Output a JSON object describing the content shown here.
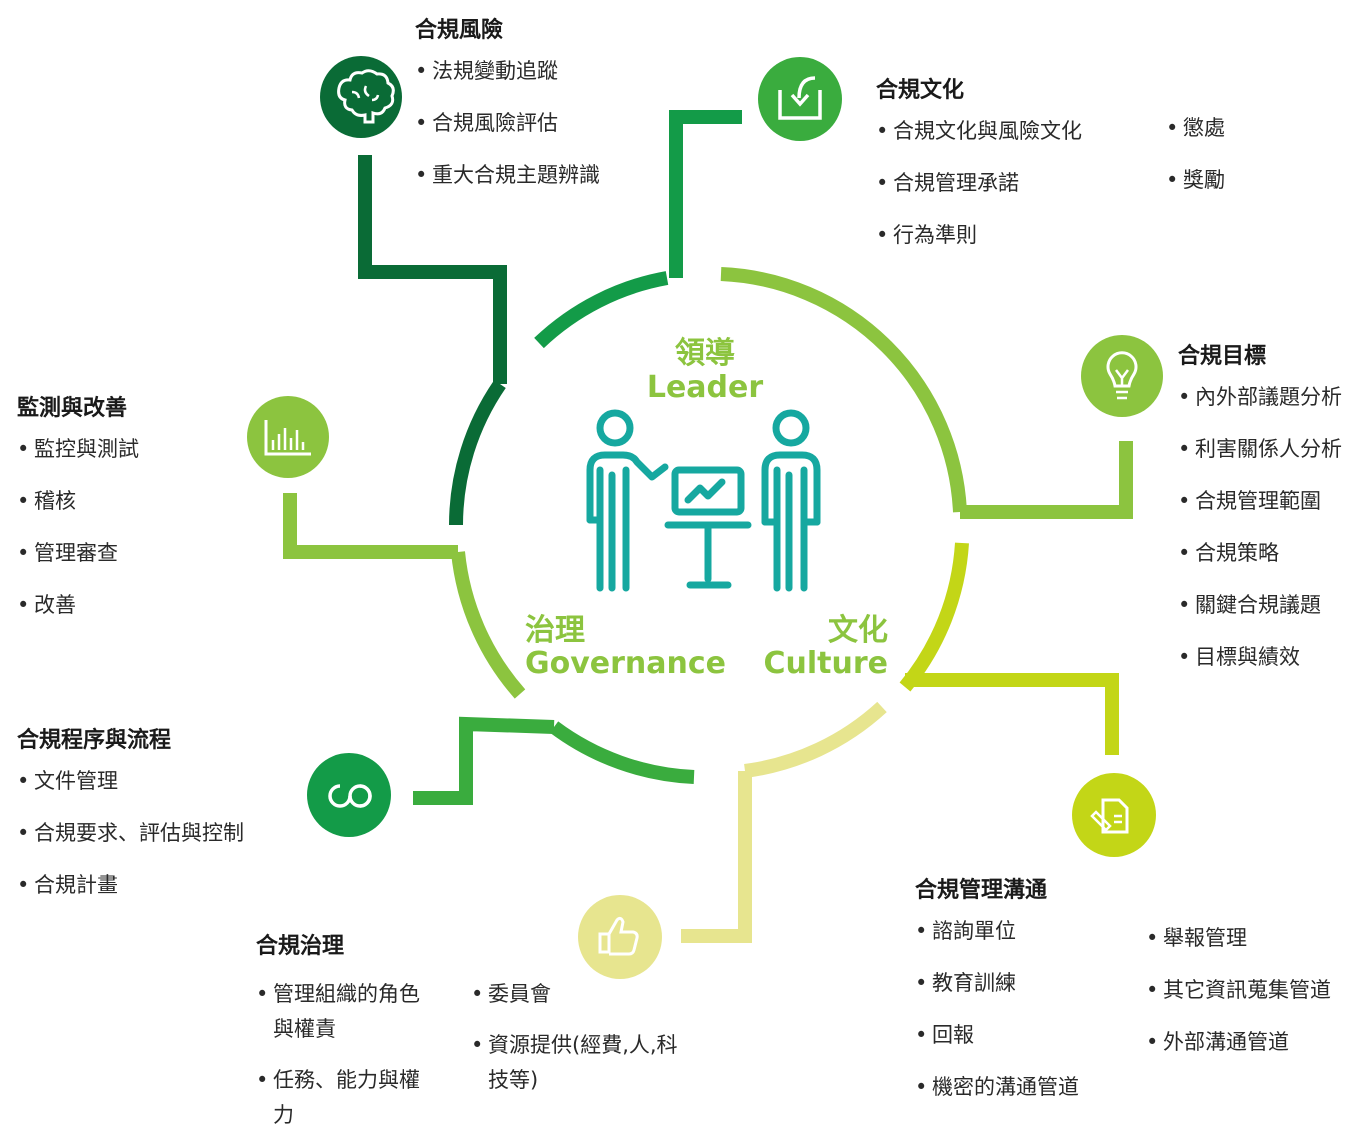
{
  "colors": {
    "dark_green": "#0a6b36",
    "green": "#139b48",
    "mid_green": "#3aac3e",
    "light_green": "#8cc43f",
    "lime": "#c3d617",
    "pale": "#e7e58f",
    "teal": "#16a8a0"
  },
  "center": {
    "leader_cn": "領導",
    "leader_en": "Leader",
    "governance_cn": "治理",
    "governance_en": "Governance",
    "culture_cn": "文化",
    "culture_en": "Culture",
    "icon": "meeting-presentation-icon"
  },
  "sections": {
    "risk": {
      "title": "合規風險",
      "icon": "brain-icon",
      "items": [
        "法規變動追蹤",
        "合規風險評估",
        "重大合規主題辨識"
      ]
    },
    "culture": {
      "title": "合規文化",
      "icon": "inbox-download-icon",
      "items_left": [
        "合規文化與風險文化",
        "合規管理承諾",
        "行為準則"
      ],
      "items_right": [
        "懲處",
        "獎勵"
      ]
    },
    "objectives": {
      "title": "合規目標",
      "icon": "lightbulb-icon",
      "items": [
        "內外部議題分析",
        "利害關係人分析",
        "合規管理範圍",
        "合規策略",
        "關鍵合規議題",
        "目標與績效"
      ]
    },
    "monitoring": {
      "title": "監測與改善",
      "icon": "bar-chart-icon",
      "items": [
        "監控與測試",
        "稽核",
        "管理審查",
        "改善"
      ]
    },
    "procedures": {
      "title": "合規程序與流程",
      "icon": "infinity-arrows-icon",
      "items": [
        "文件管理",
        "合規要求、評估與控制",
        "合規計畫"
      ]
    },
    "governance": {
      "title": "合規治理",
      "icon": "thumbs-up-icon",
      "items_left": [
        "管理組織的角色與權責",
        "任務、能力與權力"
      ],
      "items_right": [
        "委員會",
        "資源提供(經費,人,科技等)"
      ]
    },
    "communication": {
      "title": "合規管理溝通",
      "icon": "document-edit-icon",
      "items_left": [
        "諮詢單位",
        "教育訓練",
        "回報",
        "機密的溝通管道"
      ],
      "items_right": [
        "舉報管理",
        "其它資訊蒐集管道",
        "外部溝通管道"
      ]
    }
  }
}
